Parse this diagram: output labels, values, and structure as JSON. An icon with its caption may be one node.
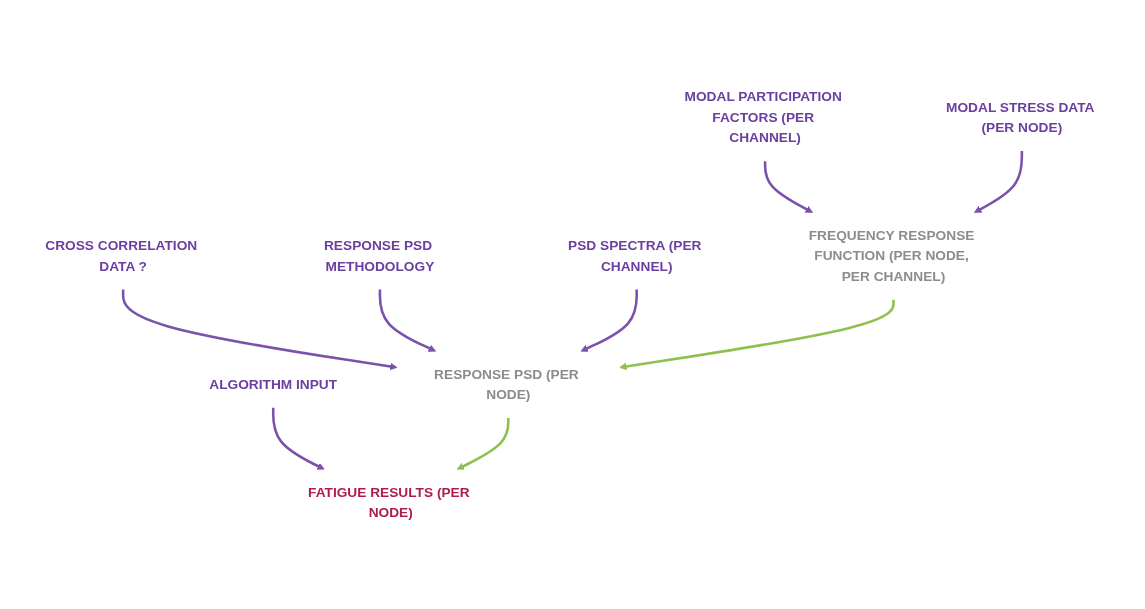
{
  "diagram": {
    "nodes": [
      {
        "text": [
          "CROSS CORRELATION DATA ?"
        ]
      },
      {
        "text": [
          "RESPONSE PSD METHODOLOGY"
        ]
      },
      {
        "text": [
          "ALGORITHM INPUT"
        ]
      },
      {
        "text": [
          "PSD SPECTRA (PER CHANNEL)"
        ]
      },
      {
        "text": [
          "RESPONSE PSD (PER NODE)"
        ]
      },
      {
        "text": [
          "FATIGUE RESULTS (PER NODE)"
        ]
      },
      {
        "text": [
          "MODAL PARTICIPATION FACTORS (PER CHANNEL)"
        ]
      },
      {
        "text": [
          "FREQUENCY RESPONSE FUNCTION (PER NODE, PER CHANNEL)"
        ]
      },
      {
        "text": [
          "MODAL STRESS DATA (PER NODE)"
        ]
      }
    ],
    "edges": [
      {
        "from": 0,
        "to": 4,
        "arrow": "to"
      },
      {
        "from": 1,
        "to": 4,
        "arrow": "to"
      },
      {
        "from": 2,
        "to": 5,
        "arrow": "to"
      },
      {
        "from": 3,
        "to": 4,
        "arrow": "to"
      },
      {
        "from": 4,
        "to": 5,
        "arrow": "to",
        "color": "#8dc14e"
      },
      {
        "from": 7,
        "to": 4,
        "arrow": "to",
        "color": "#8dc14e"
      },
      {
        "from": 6,
        "to": 7,
        "arrow": "to"
      },
      {
        "from": 8,
        "to": 7,
        "arrow": "to"
      }
    ]
  }
}
